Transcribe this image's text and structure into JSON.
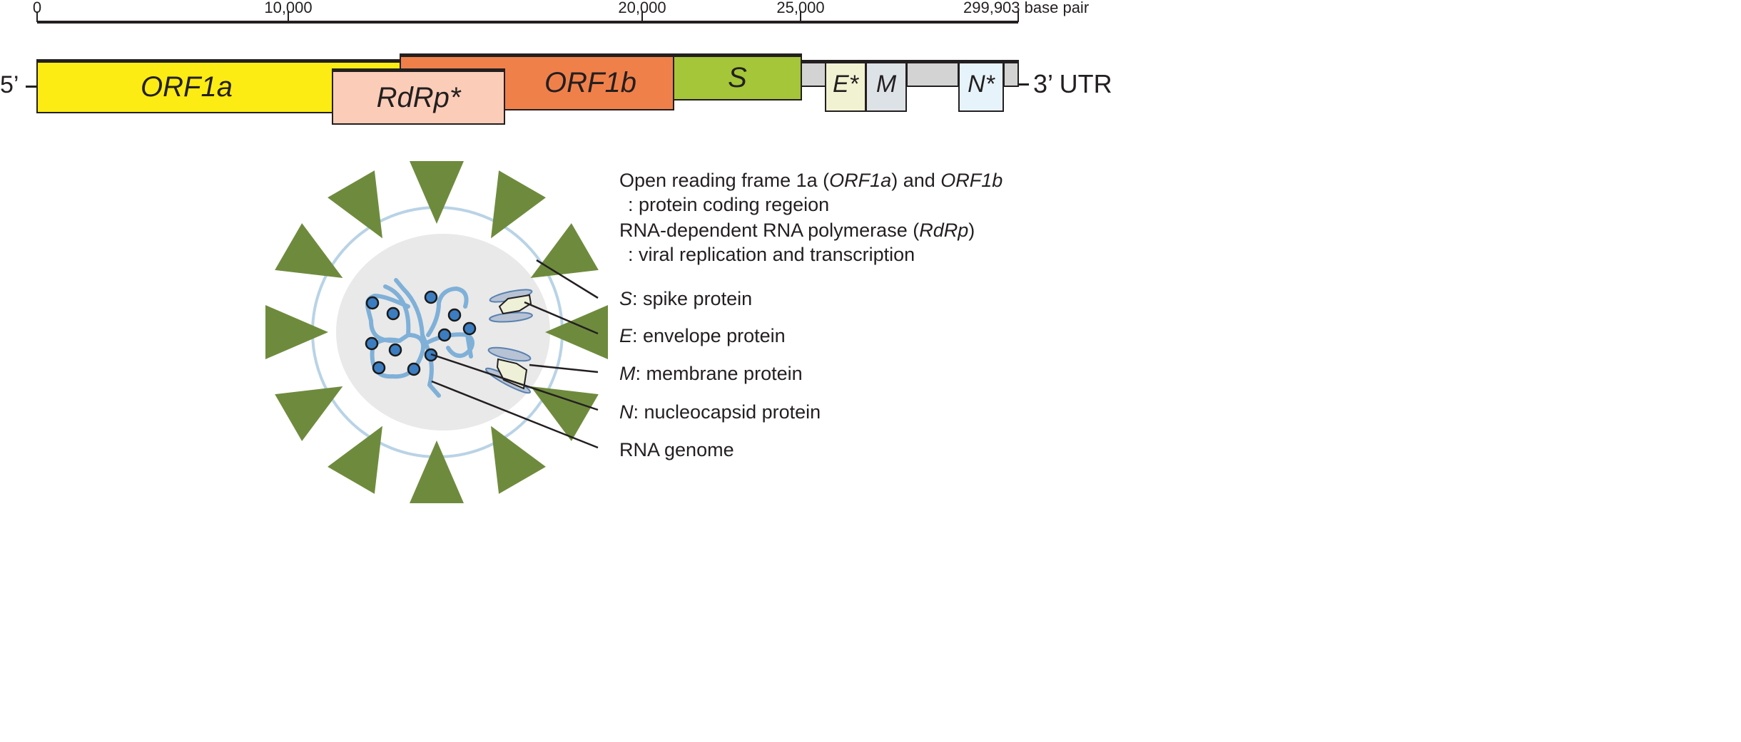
{
  "axis": {
    "ticks": [
      "0",
      "10,000",
      "20,000",
      "25,000",
      "299,903 base pair"
    ]
  },
  "genome": {
    "five_prime": "5’",
    "three_prime": "3’ UTR",
    "genes": {
      "orf1a": "ORF1a",
      "orf1b": "ORF1b",
      "rdrp": "RdRp*",
      "s": "S",
      "e": "E*",
      "m": "M",
      "n": "N*"
    },
    "colors": {
      "orf1a": "#fdec13",
      "orf1b": "#f0804a",
      "rdrp": "#fbcdb8",
      "s": "#a4c638",
      "utr": "#d4d3d3",
      "e": "#f1f2d2",
      "m": "#dde2e6",
      "n": "#e6f3fa"
    }
  },
  "legend": {
    "orf": {
      "a": "Open reading frame 1a (",
      "b": "ORF1a",
      "c": ") and ",
      "d": "ORF1b",
      "desc": ": protein coding regeion"
    },
    "rdrp": {
      "a": "RNA-dependent RNA polymerase (",
      "b": "RdRp",
      "c": ")",
      "desc": ": viral replication and transcription"
    },
    "s": {
      "sym": "S",
      "text": ": spike protein"
    },
    "e": {
      "sym": "E",
      "text": ": envelope protein"
    },
    "m": {
      "sym": "M",
      "text": ": membrane protein"
    },
    "n": {
      "sym": "N",
      "text": ": nucleocapsid protein"
    },
    "rna": {
      "text": "RNA genome"
    }
  },
  "virus_colors": {
    "spike": "#6e8b3d",
    "envelope": "#b9d3e6",
    "core": "#e9e9e9",
    "rna": "#7fb0d8",
    "nucleocapsid": "#3b7dc0",
    "membrane": "#b7c3d4",
    "e_protein": "#eef0d8"
  }
}
